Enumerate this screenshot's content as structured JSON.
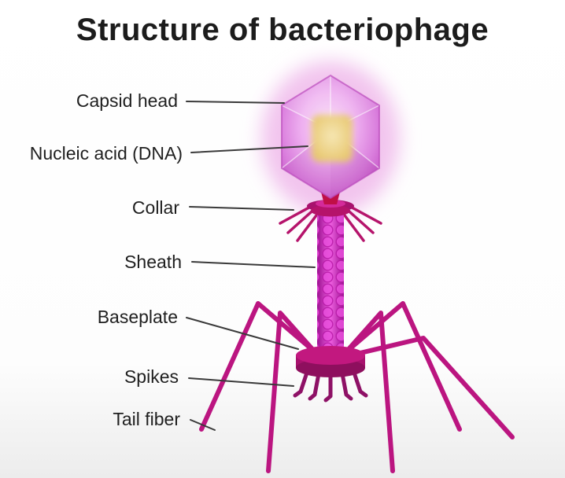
{
  "title": "Structure of bacteriophage",
  "labels": [
    {
      "text": "Capsid head"
    },
    {
      "text": "Nucleic acid (DNA)"
    },
    {
      "text": "Collar"
    },
    {
      "text": "Sheath"
    },
    {
      "text": "Baseplate"
    },
    {
      "text": "Spikes"
    },
    {
      "text": "Tail fiber"
    }
  ],
  "colors": {
    "title_text": "#1c1c1c",
    "label_text": "#1f1f1f",
    "leader_line": "#3a3a3a",
    "head_light": "#f8dcf6",
    "head_dark": "#c95fcb",
    "dna_yellow": "#ecd083",
    "neck_red": "#c00f46",
    "collar": "#b5136b",
    "sheath_light": "#ee5fe0",
    "sheath_dark": "#9b1090",
    "baseplate_top": "#c2187f",
    "baseplate": "#a8126e",
    "baseplate_dark": "#8e0f5e",
    "spike": "#8e1166",
    "tail_fiber": "#bb1580",
    "background": "#ffffff"
  }
}
